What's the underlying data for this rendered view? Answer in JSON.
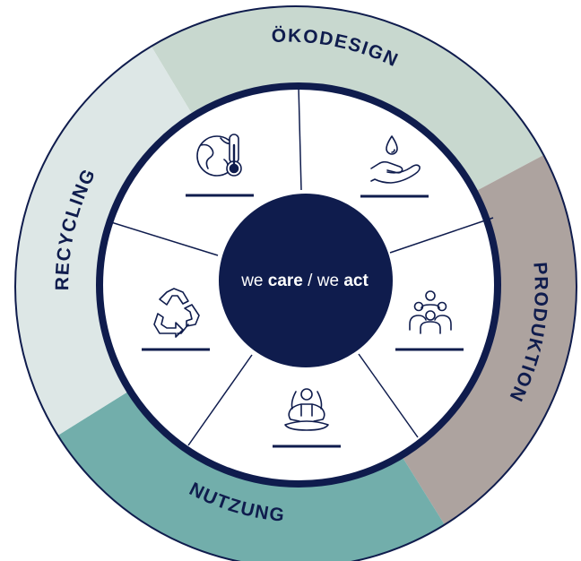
{
  "colors": {
    "navy": "#0f1c4d",
    "okodesign": "#c8d8cf",
    "produktion": "#ada39f",
    "nutzung": "#72aeab",
    "recycling": "#dde7e6",
    "white": "#ffffff"
  },
  "center": {
    "we1": "we",
    "care": "care",
    "slash": "/",
    "we2": "we",
    "act": "act"
  },
  "ring_segments": [
    {
      "label": "ÖKODESIGN",
      "color": "#c8d8cf"
    },
    {
      "label": "PRODUKTION",
      "color": "#ada39f"
    },
    {
      "label": "NUTZUNG",
      "color": "#72aeab"
    },
    {
      "label": "RECYCLING",
      "color": "#dde7e6"
    }
  ],
  "icons": [
    {
      "name": "globe-thermometer-icon"
    },
    {
      "name": "water-drop-hand-icon"
    },
    {
      "name": "people-group-icon"
    },
    {
      "name": "meditation-person-icon"
    },
    {
      "name": "recycle-icon"
    }
  ]
}
